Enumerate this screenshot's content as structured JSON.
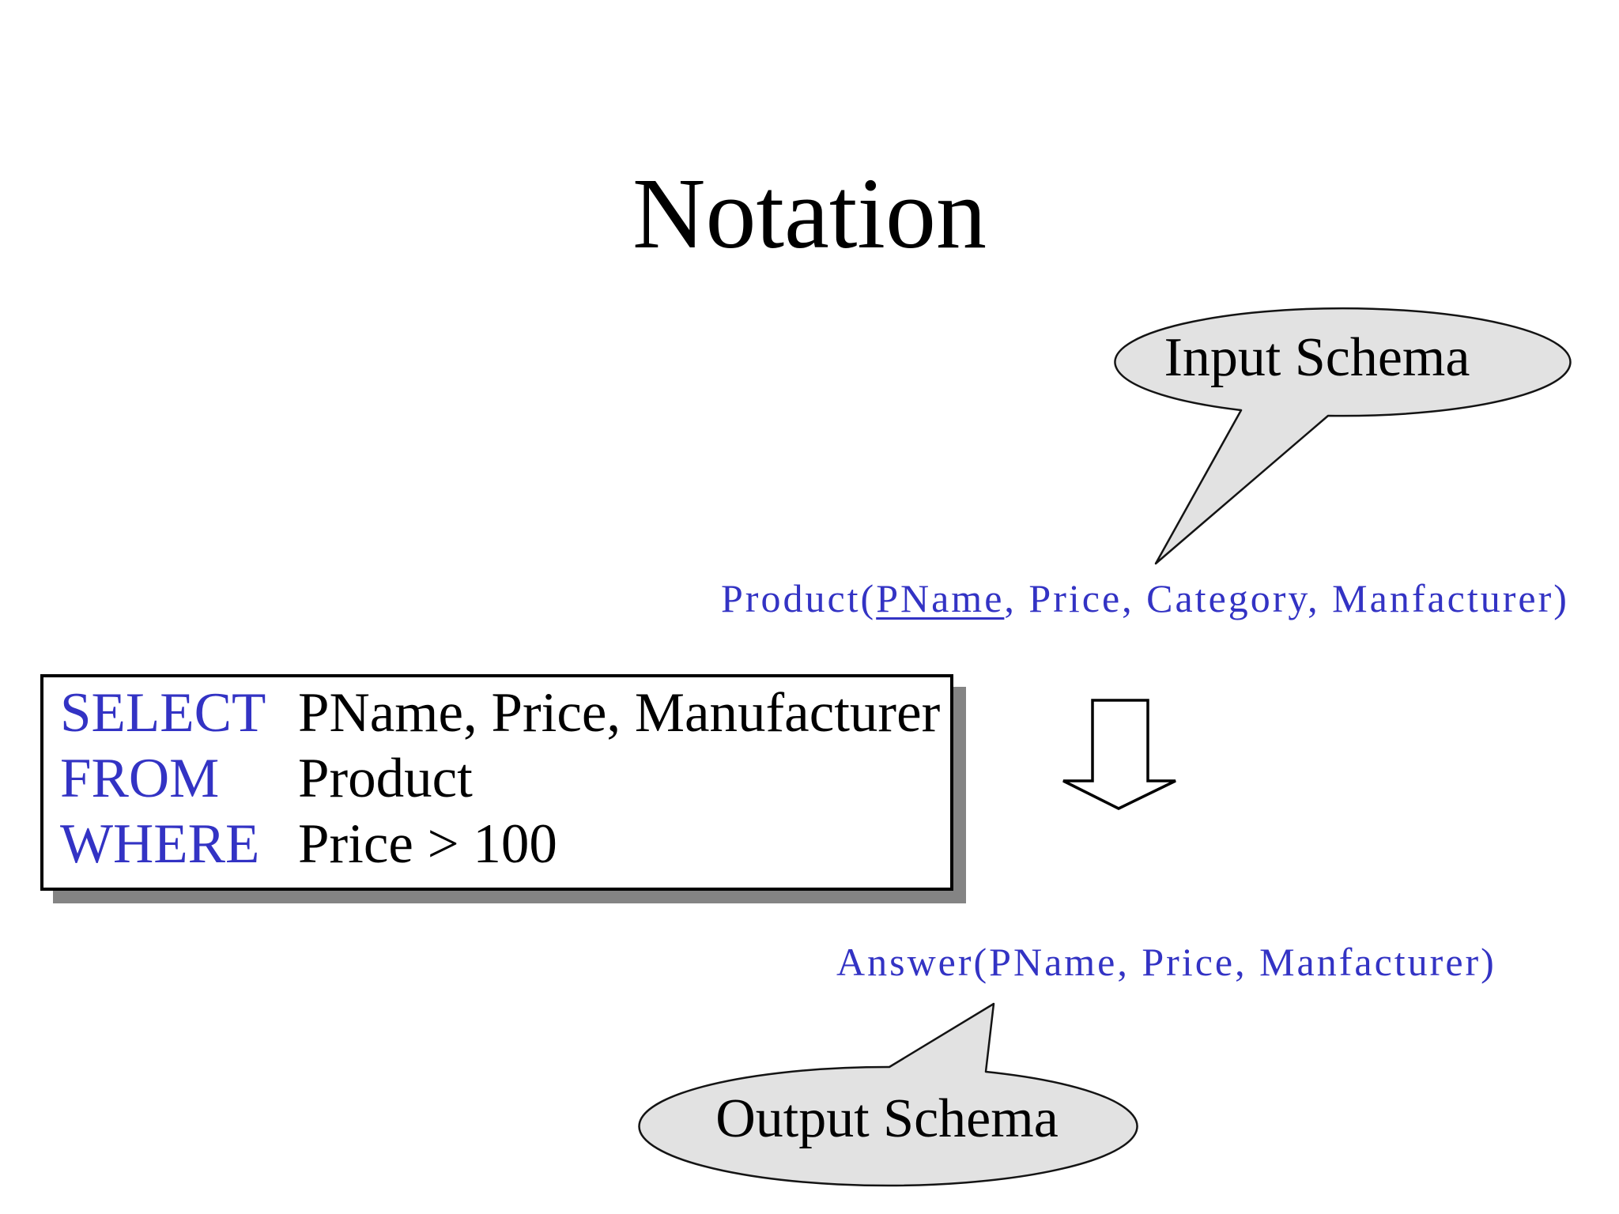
{
  "slide": {
    "title": "Notation",
    "callouts": {
      "input": {
        "label": "Input Schema"
      },
      "output": {
        "label": "Output Schema"
      }
    },
    "input_schema": {
      "prefix": "Product(",
      "key_attribute": "PName",
      "suffix": ", Price, Category, Manfacturer)"
    },
    "output_schema": {
      "text": "Answer(PName, Price, Manfacturer)"
    },
    "sql": {
      "lines": [
        {
          "keyword": "SELECT",
          "value": "PName, Price, Manufacturer"
        },
        {
          "keyword": "FROM",
          "value": "Product"
        },
        {
          "keyword": "WHERE",
          "value": "Price > 100"
        }
      ]
    },
    "colors": {
      "keyword_blue": "#3333C4",
      "schema_blue": "#3333C4",
      "bubble_fill": "#E2E2E2",
      "bubble_stroke": "#141414",
      "box_shadow_gray": "#848484",
      "arrow_fill": "#FFFFFF",
      "arrow_stroke": "#000000"
    }
  }
}
